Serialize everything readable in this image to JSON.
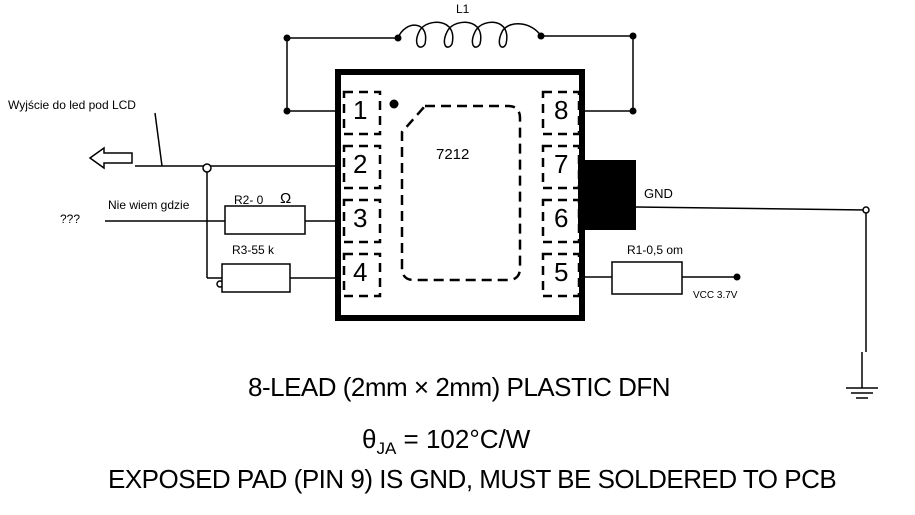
{
  "inductor": {
    "label": "L1"
  },
  "chip": {
    "part_number": "7212",
    "pins": [
      "1",
      "2",
      "3",
      "4",
      "5",
      "6",
      "7",
      "8"
    ]
  },
  "labels": {
    "led_output": "Wyjście do led pod LCD",
    "unknown_note": "Nie wiem gdzie",
    "unknown_input": "???",
    "r2": "R2- 0",
    "r2_unit": "Ω",
    "r3": "R3-55 k",
    "r1": "R1-0,5 om",
    "gnd": "GND",
    "vcc": "VCC 3.7V"
  },
  "caption": {
    "package": "8-LEAD (2mm × 2mm) PLASTIC DFN",
    "theta_symbol": "θ",
    "theta_sub": "JA",
    "theta_value": " = 102°C/W",
    "exposed_pad": "EXPOSED PAD (PIN 9) IS GND, MUST BE SOLDERED TO PCB"
  }
}
